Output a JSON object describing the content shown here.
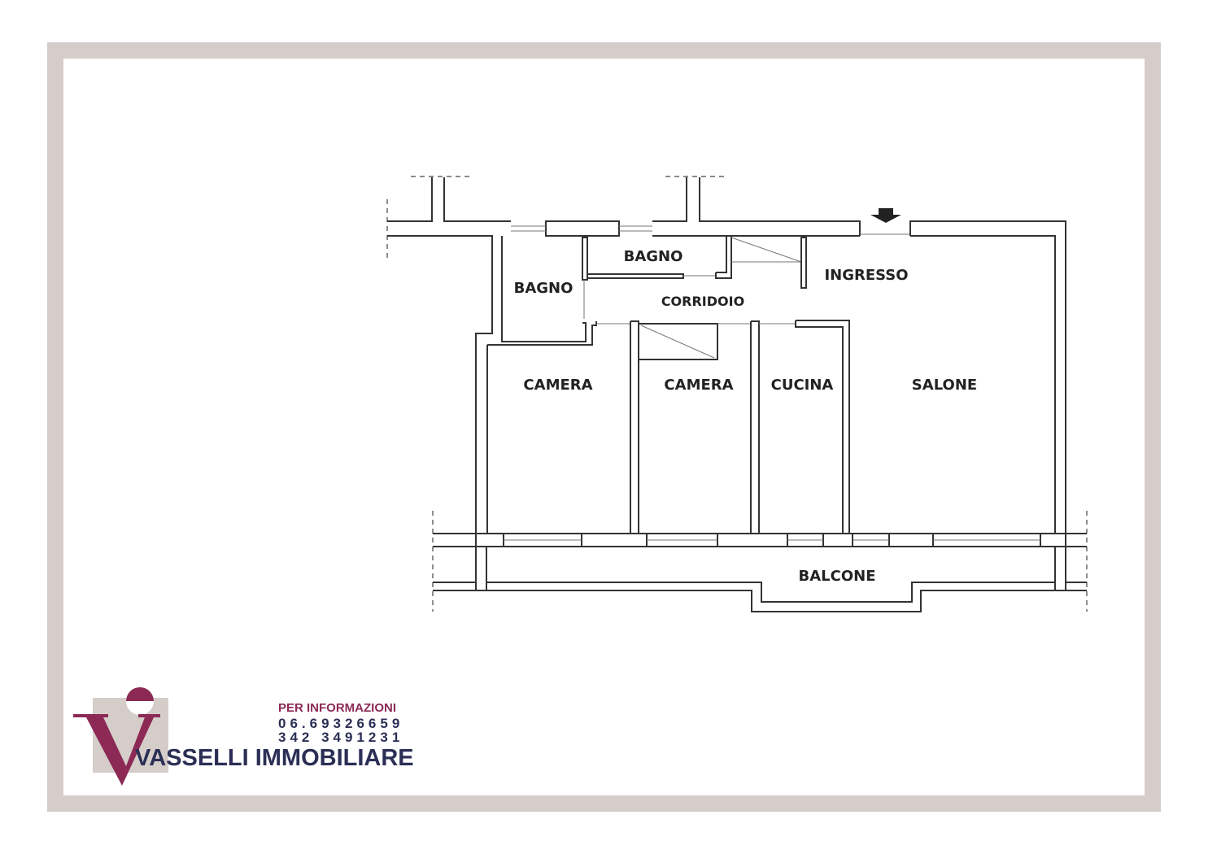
{
  "floorplan": {
    "rooms": {
      "bagno_top": "BAGNO",
      "bagno_left": "BAGNO",
      "ingresso": "INGRESSO",
      "corridoio": "CORRIDOIO",
      "camera_1": "CAMERA",
      "camera_2": "CAMERA",
      "cucina": "CUCINA",
      "salone": "SALONE",
      "balcone": "BALCONE"
    },
    "entrance_icon": "arrow-down-icon"
  },
  "agency": {
    "info_title": "PER INFORMAZIONI",
    "phone_1": "06.69326659",
    "phone_2": "342 3491231",
    "name": "VASSELLI IMMOBILIARE",
    "logo_letter": "V",
    "colors": {
      "primary": "#8c2a55",
      "secondary": "#2b2f55",
      "frame": "#d5cdca"
    }
  }
}
